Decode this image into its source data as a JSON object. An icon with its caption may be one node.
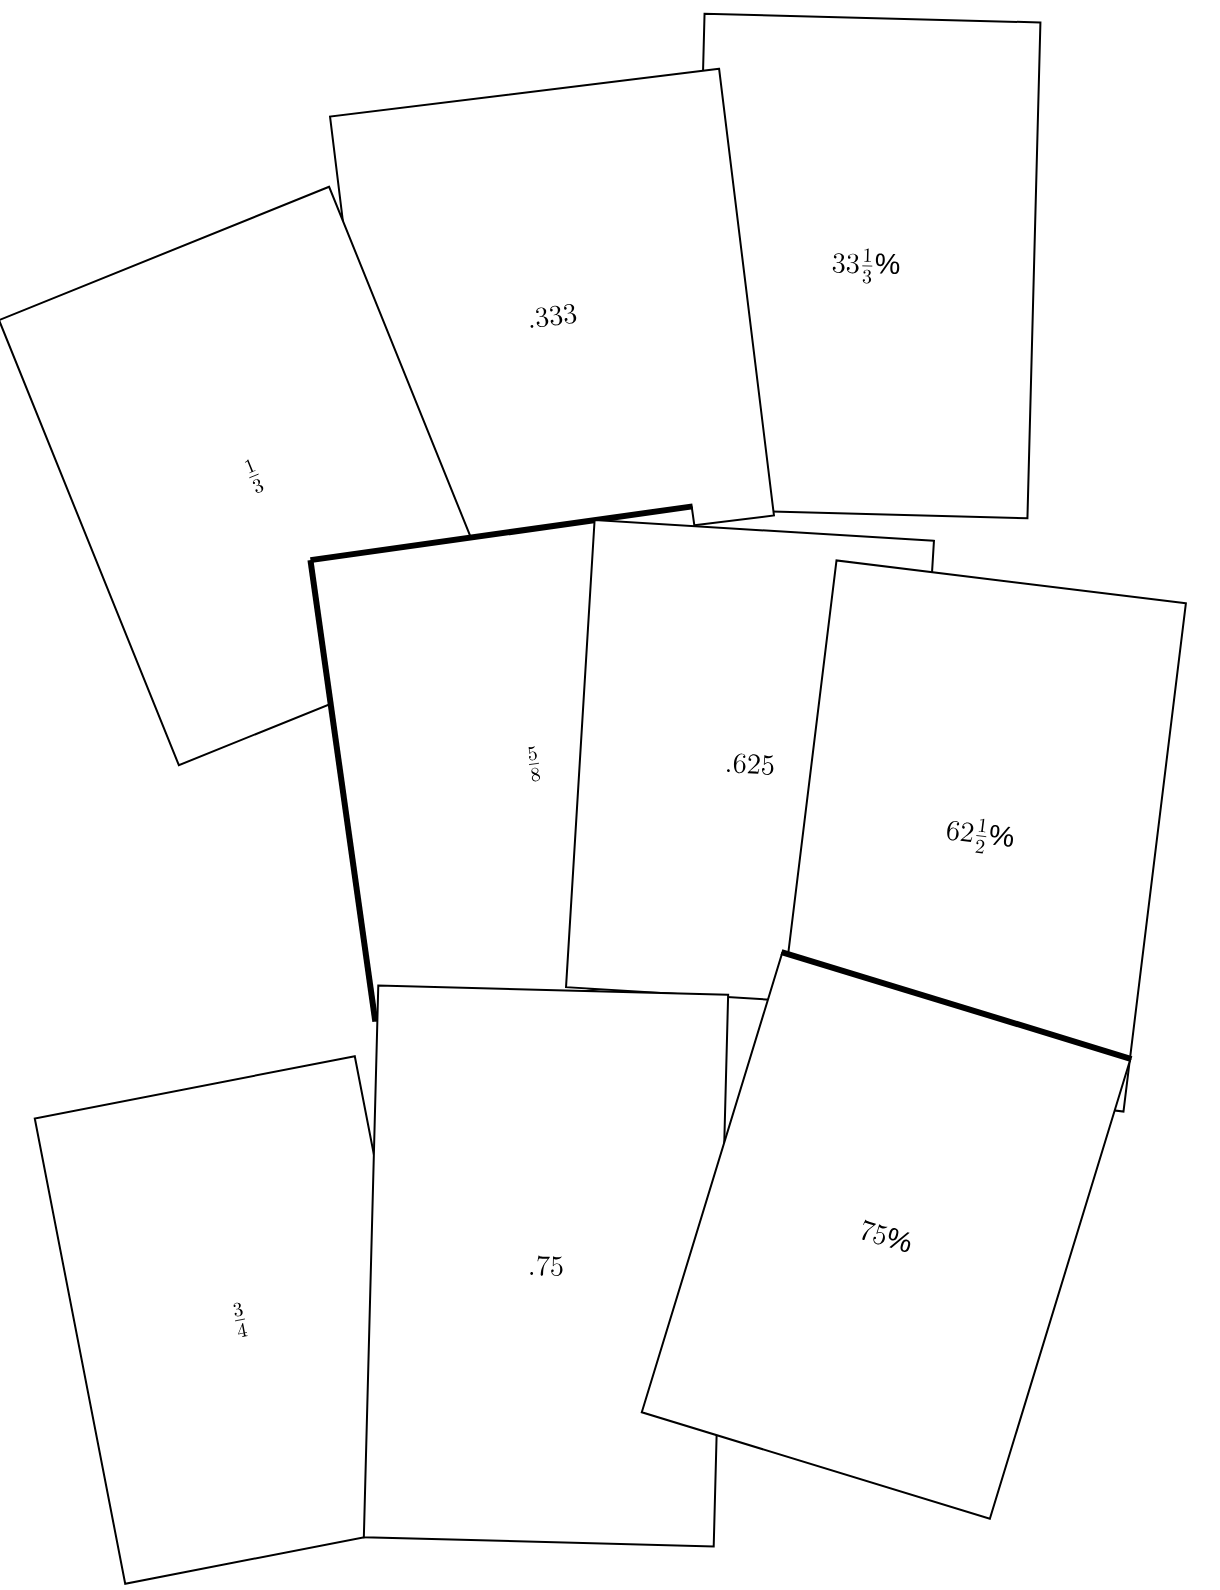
{
  "diagram": {
    "nodes": [
      {
        "text": [
          ".333"
        ]
      },
      {
        "text": [
          "33\\frac{1}{3}\\%"
        ]
      },
      {
        "text": [
          "\\frac{1}{3}"
        ]
      },
      {
        "text": [
          "\\frac{5}{8}"
        ]
      },
      {
        "text": [
          ".625"
        ]
      },
      {
        "text": [
          "62\\frac{1}{2}\\%"
        ]
      },
      {
        "text": [
          "\\frac{3}{4}"
        ]
      },
      {
        "text": [
          ".75"
        ]
      },
      {
        "text": [
          "75\\%"
        ]
      }
    ]
  }
}
